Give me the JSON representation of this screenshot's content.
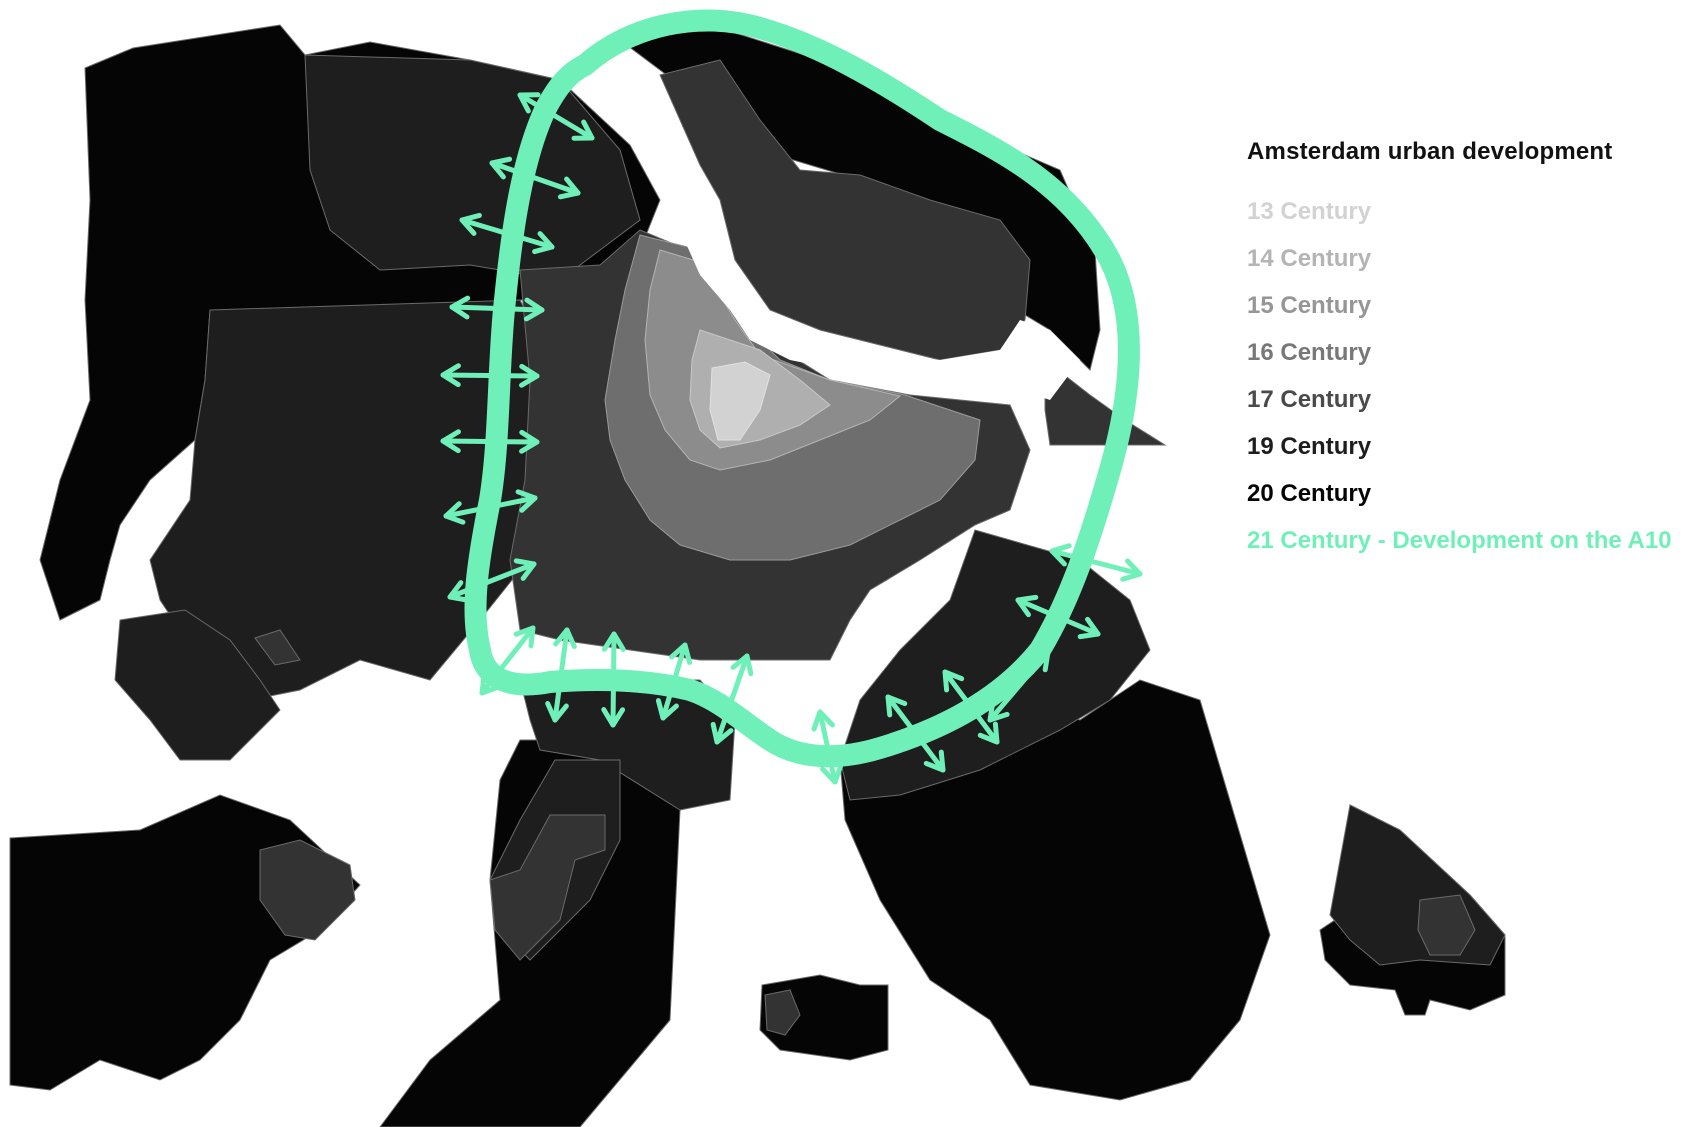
{
  "legend": {
    "title": "Amsterdam urban development",
    "items": [
      {
        "label": "13 Century",
        "color": "#d2d2d2"
      },
      {
        "label": "14 Century",
        "color": "#b4b4b4"
      },
      {
        "label": "15 Century",
        "color": "#969696"
      },
      {
        "label": "16 Century",
        "color": "#787878"
      },
      {
        "label": "17 Century",
        "color": "#4a4a4a"
      },
      {
        "label": "19 Century",
        "color": "#1e1e1e"
      },
      {
        "label": "20 Century",
        "color": "#050505"
      },
      {
        "label": "21 Century - Development on the A10",
        "color": "#70f0b9"
      }
    ]
  },
  "colors": {
    "background": "#ffffff",
    "water": "#ffffff",
    "ring": "#70f0b9",
    "boundary": "#8a8a8a"
  },
  "icons": {
    "ring_road": "a10-ring-icon",
    "expansion_arrows": "double-arrow-icon"
  }
}
